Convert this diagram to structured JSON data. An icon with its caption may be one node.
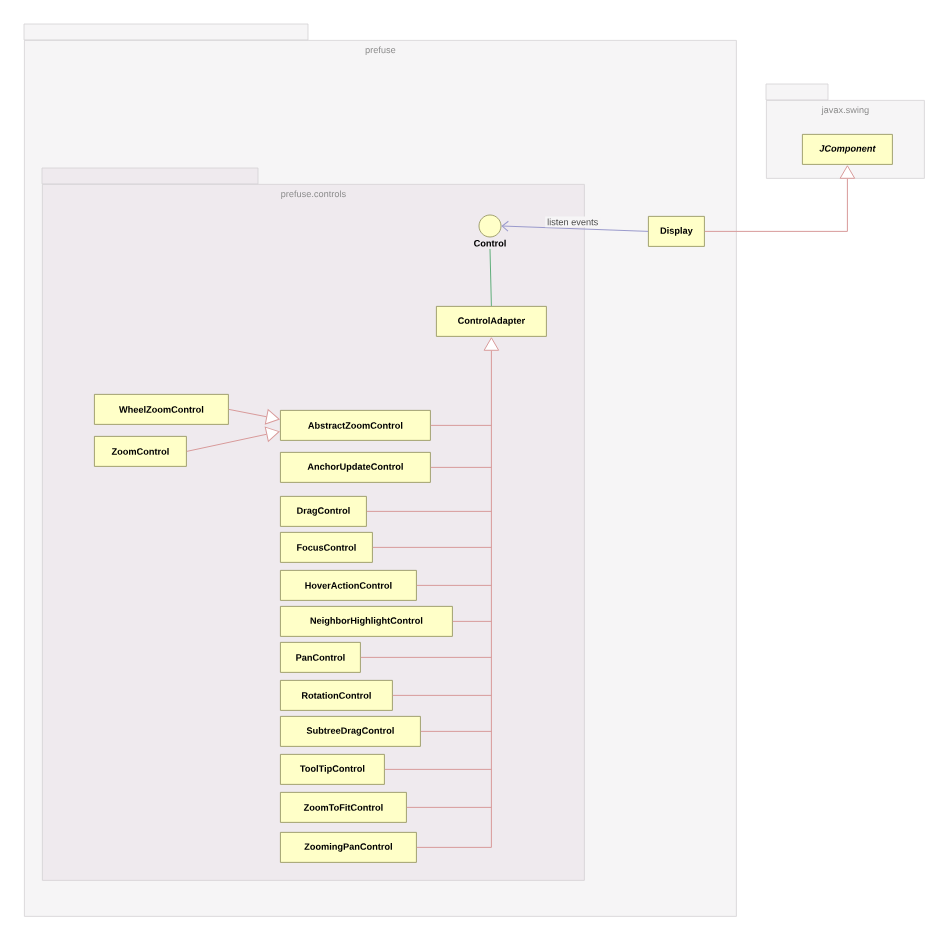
{
  "diagram": {
    "nodes": [
      {
        "text": [
          "prefuse"
        ]
      },
      {
        "text": [
          "prefuse.controls"
        ],
        "in": 0
      },
      {
        "text": [
          "javax.swing"
        ]
      },
      {
        "text": [
          "JComponent"
        ],
        "in": 2
      },
      {
        "text": [
          "Control"
        ],
        "in": 1
      },
      {
        "text": [
          "Display"
        ],
        "in": 0
      },
      {
        "text": [
          "ControlAdapter"
        ],
        "in": 1
      },
      {
        "text": [
          "WheelZoomControl"
        ],
        "in": 1
      },
      {
        "text": [
          "ZoomControl"
        ],
        "in": 1
      },
      {
        "text": [
          "AbstractZoomControl"
        ],
        "in": 1
      },
      {
        "text": [
          "AnchorUpdateControl"
        ],
        "in": 1
      },
      {
        "text": [
          "DragControl"
        ],
        "in": 1
      },
      {
        "text": [
          "FocusControl"
        ],
        "in": 1
      },
      {
        "text": [
          "HoverActionControl"
        ],
        "in": 1
      },
      {
        "text": [
          "NeighborHighlightControl"
        ],
        "in": 1
      },
      {
        "text": [
          "PanControl"
        ],
        "in": 1
      },
      {
        "text": [
          "RotationControl"
        ],
        "in": 1
      },
      {
        "text": [
          "SubtreeDragControl"
        ],
        "in": 1
      },
      {
        "text": [
          "ToolTipControl"
        ],
        "in": 1
      },
      {
        "text": [
          "ZoomToFitControl"
        ],
        "in": 1
      },
      {
        "text": [
          "ZoomingPanControl"
        ],
        "in": 1
      }
    ],
    "edges": [
      {
        "from": 5,
        "to": 4,
        "arrow": "to",
        "label": "listen events",
        "color": "#9a9acc"
      },
      {
        "from": 5,
        "to": 3,
        "arrow": "to"
      },
      {
        "from": 6,
        "to": 4,
        "arrow": "none",
        "color": "#5fae7a"
      },
      {
        "from": 7,
        "to": 9,
        "arrow": "to"
      },
      {
        "from": 8,
        "to": 9,
        "arrow": "to"
      },
      {
        "from": 9,
        "to": 6,
        "arrow": "to"
      },
      {
        "from": 10,
        "to": 6,
        "arrow": "to"
      },
      {
        "from": 11,
        "to": 6,
        "arrow": "to"
      },
      {
        "from": 12,
        "to": 6,
        "arrow": "to"
      },
      {
        "from": 13,
        "to": 6,
        "arrow": "to"
      },
      {
        "from": 14,
        "to": 6,
        "arrow": "to"
      },
      {
        "from": 15,
        "to": 6,
        "arrow": "to"
      },
      {
        "from": 16,
        "to": 6,
        "arrow": "to"
      },
      {
        "from": 17,
        "to": 6,
        "arrow": "to"
      },
      {
        "from": 18,
        "to": 6,
        "arrow": "to"
      },
      {
        "from": 19,
        "to": 6,
        "arrow": "to"
      },
      {
        "from": 20,
        "to": 6,
        "arrow": "to"
      }
    ]
  }
}
